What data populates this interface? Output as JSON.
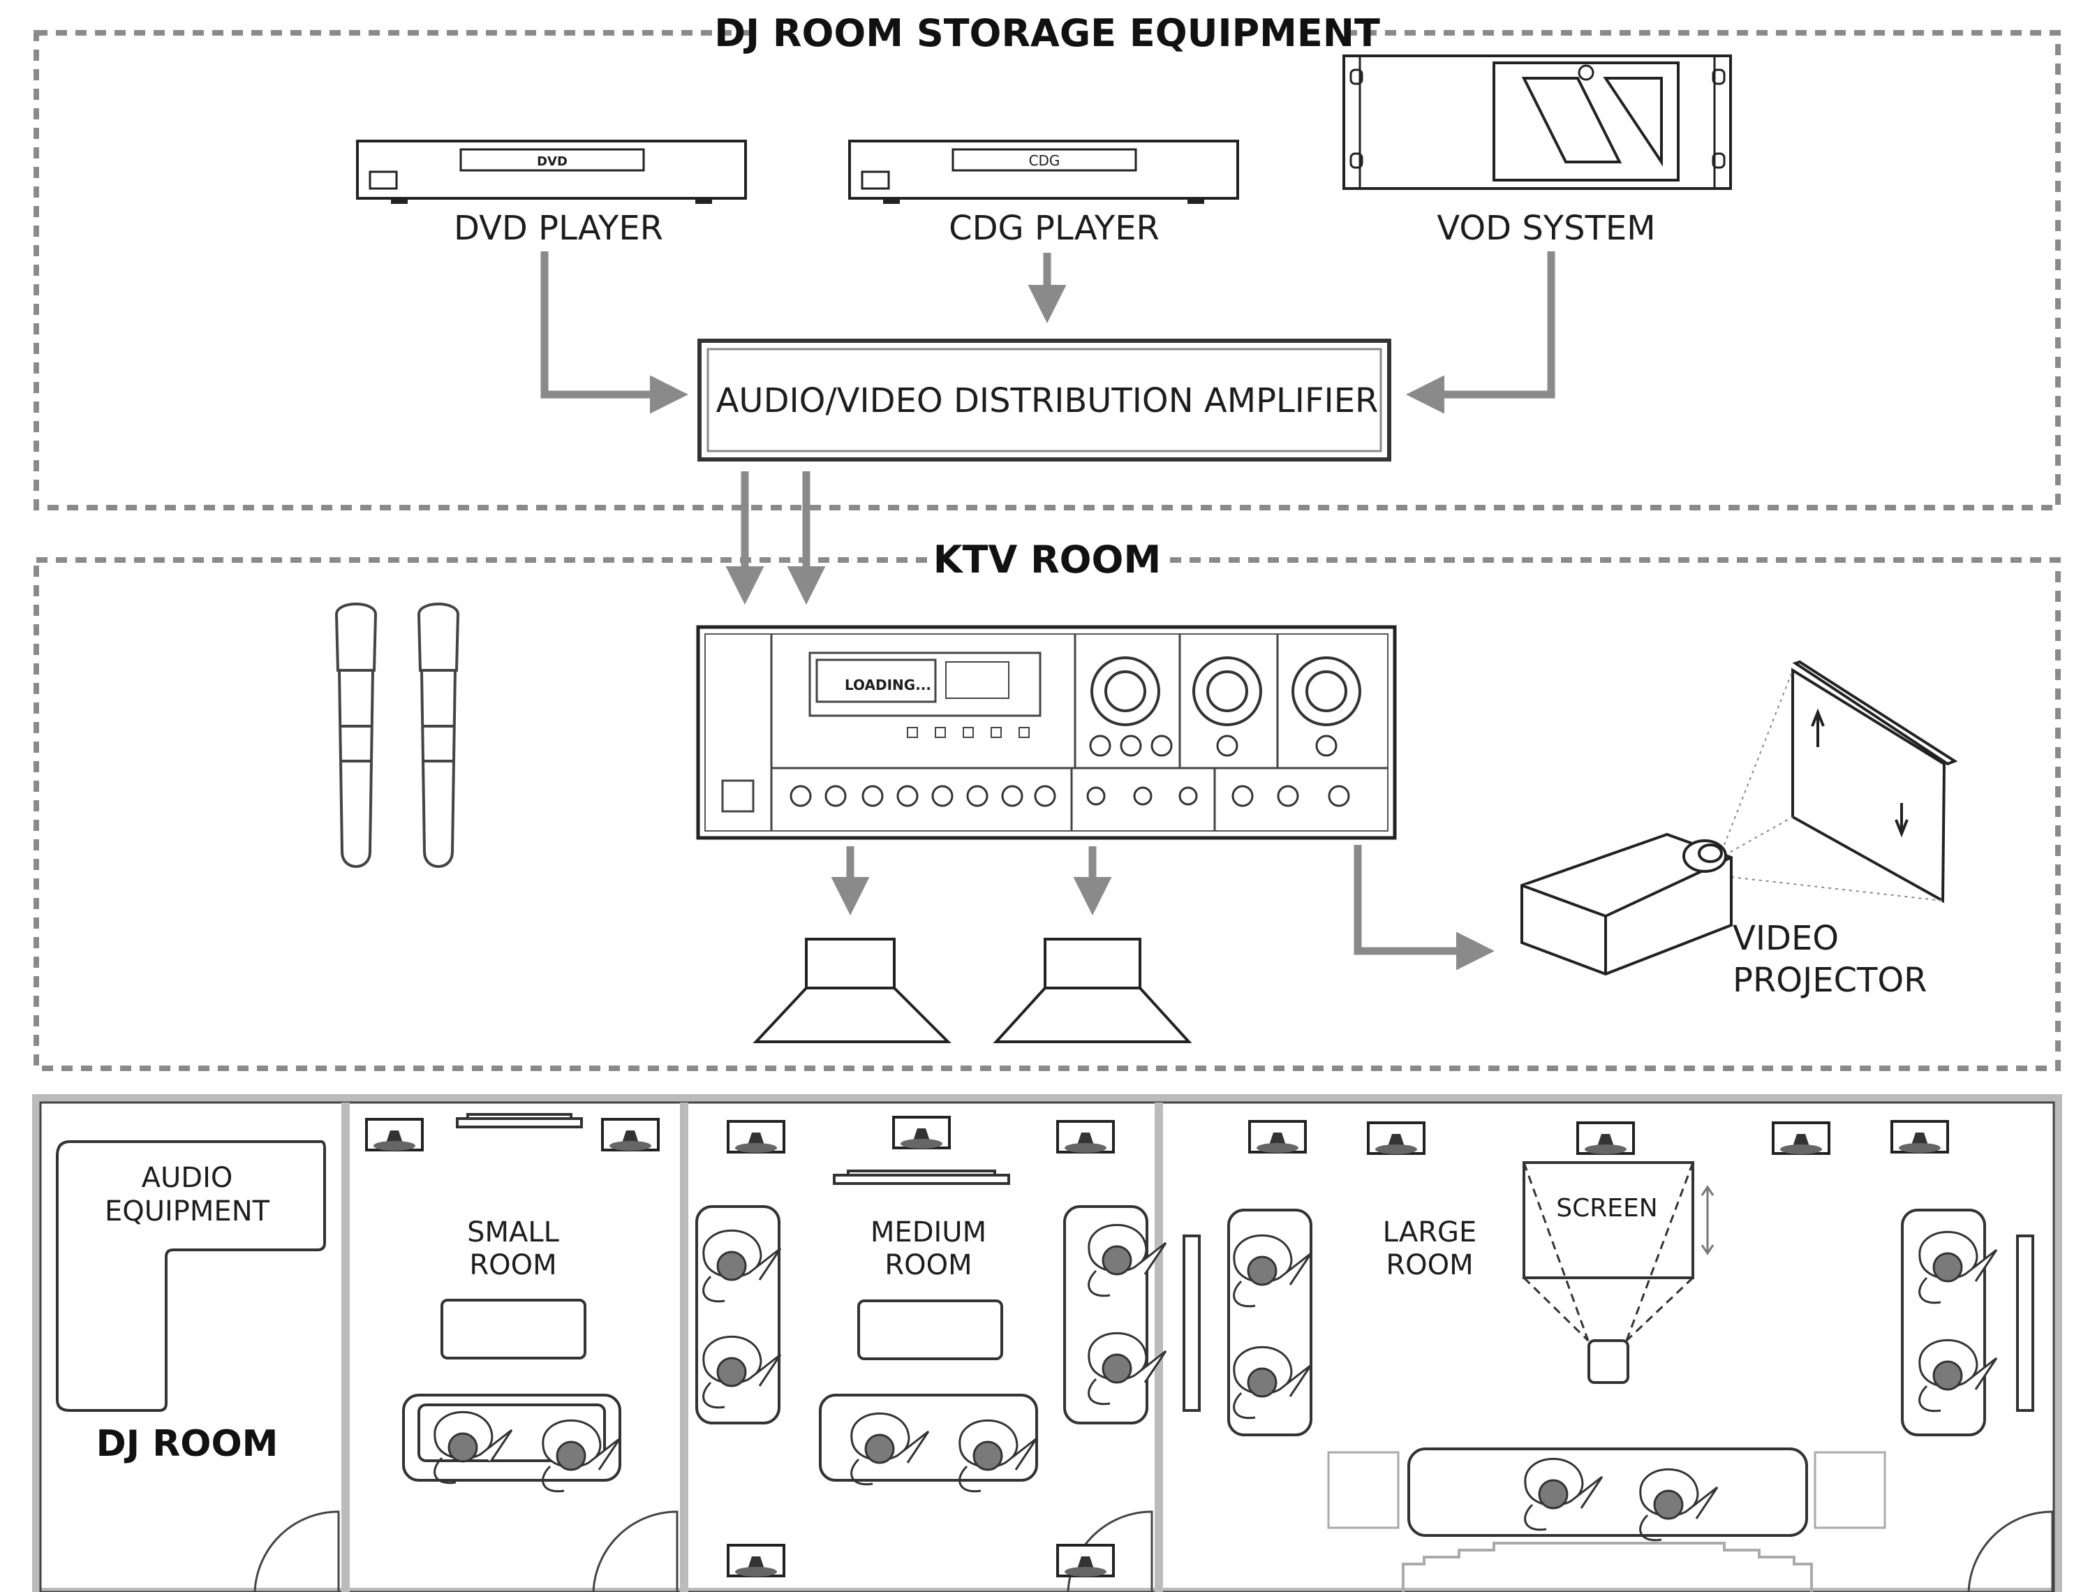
{
  "sections": {
    "storage_title": "DJ ROOM STORAGE EQUIPMENT",
    "ktv_title": "KTV ROOM"
  },
  "devices": {
    "dvd_label": "DVD PLAYER",
    "dvd_screen": "DVD",
    "cdg_label": "CDG PLAYER",
    "cdg_screen": "CDG",
    "vod_label": "VOD SYSTEM",
    "distribution_amp": "AUDIO/VIDEO DISTRIBUTION AMPLIFIER",
    "amp_display": "LOADING...",
    "projector_line1": "VIDEO",
    "projector_line2": "PROJECTOR"
  },
  "floorplan": {
    "audio_equipment_line1": "AUDIO",
    "audio_equipment_line2": "EQUIPMENT",
    "dj_room": "DJ ROOM",
    "small_line1": "SMALL",
    "small_line2": "ROOM",
    "medium_line1": "MEDIUM",
    "medium_line2": "ROOM",
    "large_line1": "LARGE",
    "large_line2": "ROOM",
    "screen": "SCREEN"
  },
  "colors": {
    "arrow": "#8a8a8a",
    "dashed_border": "#8a8a8a",
    "line": "#222222",
    "person_head": "#7a7a7a"
  }
}
